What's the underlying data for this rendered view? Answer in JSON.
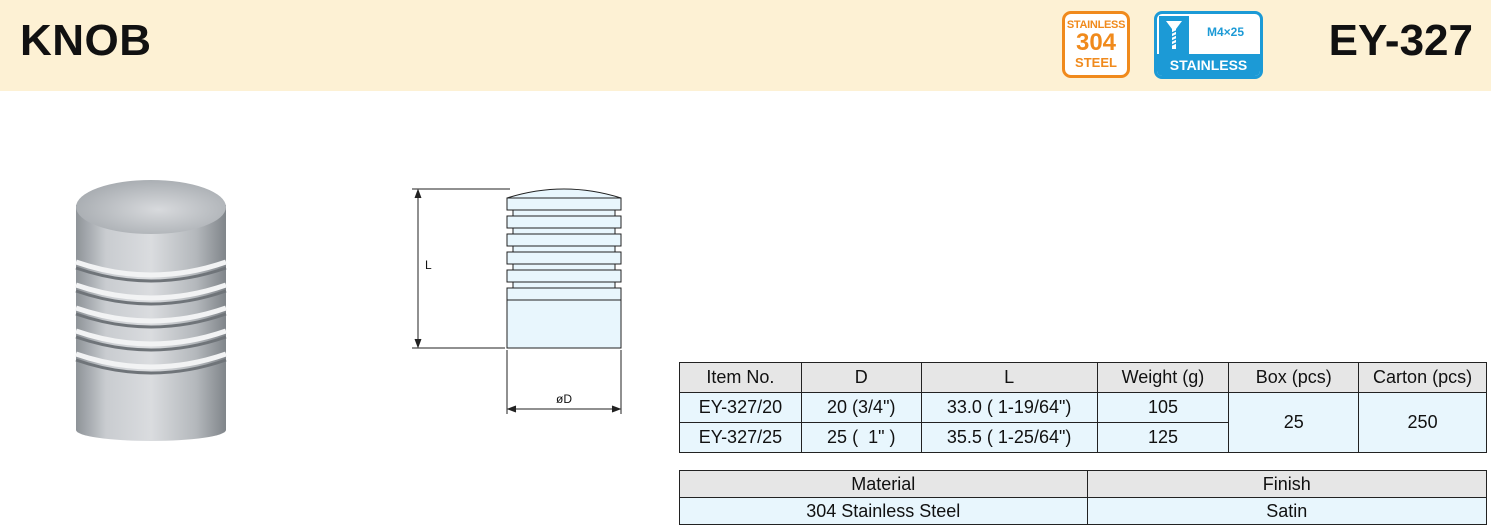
{
  "header": {
    "title": "KNOB",
    "model": "EY-327",
    "badge_material": {
      "line1": "STAINLESS",
      "line2": "304",
      "line3": "STEEL"
    },
    "badge_screw": {
      "spec": "M4×25",
      "label": "STAINLESS"
    }
  },
  "drawing": {
    "length_label": "L",
    "diameter_label": "øD"
  },
  "spec_table": {
    "headers": [
      "Item No.",
      "D",
      "L",
      "Weight (g)",
      "Box (pcs)",
      "Carton (pcs)"
    ],
    "rows": [
      [
        "EY-327/20",
        "20 (3/4\")",
        "33.0 ( 1-19/64\")",
        "105"
      ],
      [
        "EY-327/25",
        "25 (  1\" )",
        "35.5 ( 1-25/64\")",
        "125"
      ]
    ],
    "box": "25",
    "carton": "250"
  },
  "material_table": {
    "headers": [
      "Material",
      "Finish"
    ],
    "values": [
      "304 Stainless Steel",
      "Satin"
    ]
  },
  "colors": {
    "header_bg": "#fdf1d4",
    "orange": "#f08a1c",
    "blue": "#1c9ad6",
    "cell_bg": "#e8f6fd"
  }
}
